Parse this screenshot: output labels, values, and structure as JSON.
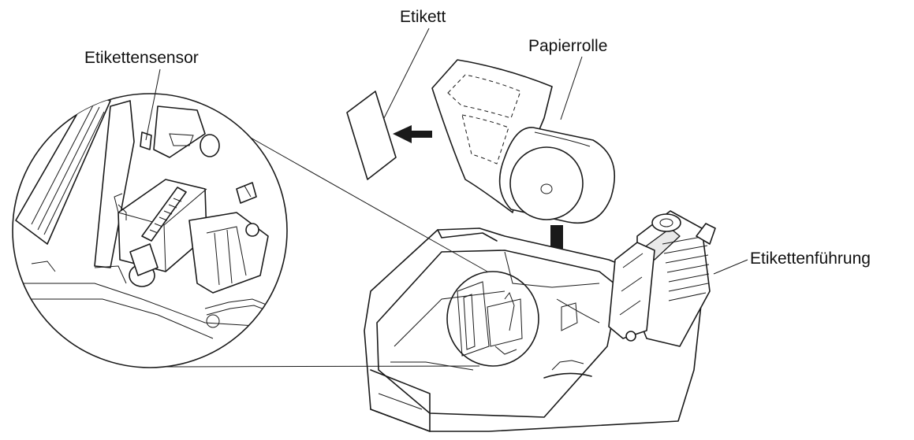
{
  "labels": {
    "label_roll": "Etikett",
    "paper_roll": "Papierrolle",
    "label_sensor": "Etikettensensor",
    "label_guide": "Etikettenführung"
  },
  "colors": {
    "line": "#1a1a1a",
    "background": "#ffffff"
  }
}
